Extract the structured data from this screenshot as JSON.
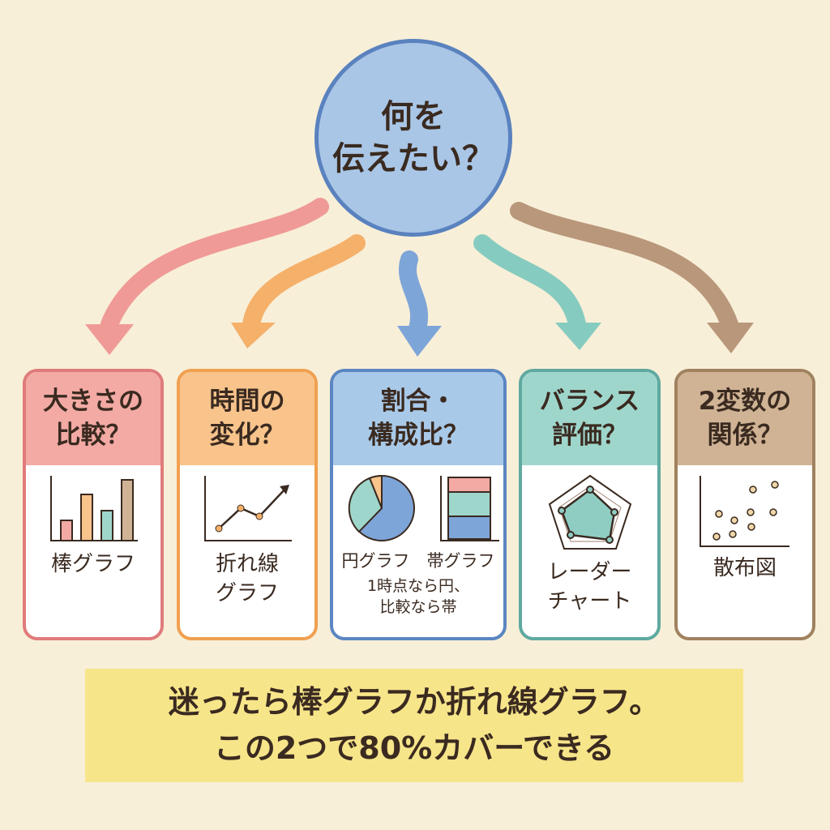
{
  "center": {
    "line1": "何を",
    "line2": "伝えたい？"
  },
  "cards": [
    {
      "q1": "大きさの",
      "q2": "比較？",
      "label": "棒グラフ",
      "color": "#e07b7b",
      "header": "#f3aaa4"
    },
    {
      "q1": "時間の",
      "q2": "変化？",
      "label1": "折れ線",
      "label2": "グラフ",
      "color": "#f0a050",
      "header": "#f8c48c"
    },
    {
      "q1": "割合・",
      "q2": "構成比？",
      "label_pie": "円グラフ",
      "label_band": "帯グラフ",
      "note1": "1時点なら円、",
      "note2": "比較なら帯",
      "color": "#5b86c2",
      "header": "#a9c9e8"
    },
    {
      "q1": "バランス",
      "q2": "評価？",
      "label1": "レーダー",
      "label2": "チャート",
      "color": "#5fa9a0",
      "header": "#9fd6cc"
    },
    {
      "q1": "2変数の",
      "q2": "関係？",
      "label": "散布図",
      "color": "#a0825f",
      "header": "#cfb394"
    }
  ],
  "banner": {
    "line1": "迷ったら棒グラフか折れ線グラフ。",
    "line2": "この2つで80%カバーできる"
  }
}
